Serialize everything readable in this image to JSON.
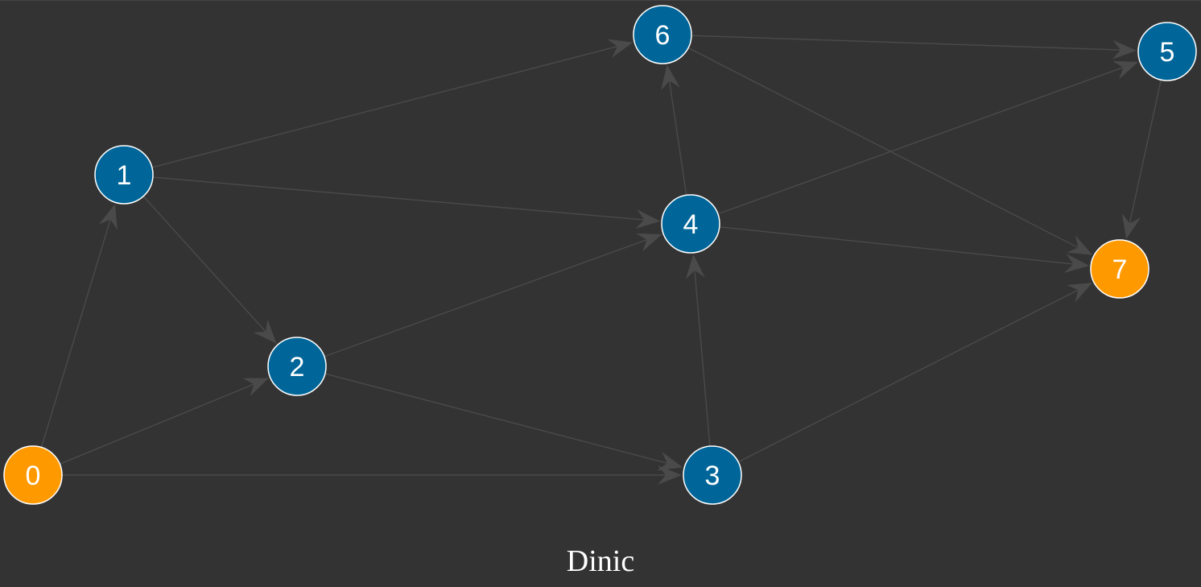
{
  "graph": {
    "caption": "Dinic",
    "colors": {
      "background": "#333333",
      "node_default": "#006699",
      "node_terminal": "#ff9900",
      "edge": "#4a4a4a",
      "label": "#ffffff"
    },
    "nodes": [
      {
        "id": "0",
        "label": "0",
        "role": "terminal"
      },
      {
        "id": "1",
        "label": "1",
        "role": "default"
      },
      {
        "id": "2",
        "label": "2",
        "role": "default"
      },
      {
        "id": "3",
        "label": "3",
        "role": "default"
      },
      {
        "id": "4",
        "label": "4",
        "role": "default"
      },
      {
        "id": "5",
        "label": "5",
        "role": "default"
      },
      {
        "id": "6",
        "label": "6",
        "role": "default"
      },
      {
        "id": "7",
        "label": "7",
        "role": "terminal"
      }
    ],
    "edges": [
      {
        "from": "0",
        "to": "1"
      },
      {
        "from": "0",
        "to": "2"
      },
      {
        "from": "0",
        "to": "3"
      },
      {
        "from": "1",
        "to": "2"
      },
      {
        "from": "1",
        "to": "4"
      },
      {
        "from": "1",
        "to": "6"
      },
      {
        "from": "2",
        "to": "4"
      },
      {
        "from": "2",
        "to": "3"
      },
      {
        "from": "3",
        "to": "4"
      },
      {
        "from": "3",
        "to": "7"
      },
      {
        "from": "4",
        "to": "6"
      },
      {
        "from": "4",
        "to": "5"
      },
      {
        "from": "4",
        "to": "7"
      },
      {
        "from": "6",
        "to": "5"
      },
      {
        "from": "6",
        "to": "7"
      },
      {
        "from": "5",
        "to": "7"
      }
    ]
  }
}
